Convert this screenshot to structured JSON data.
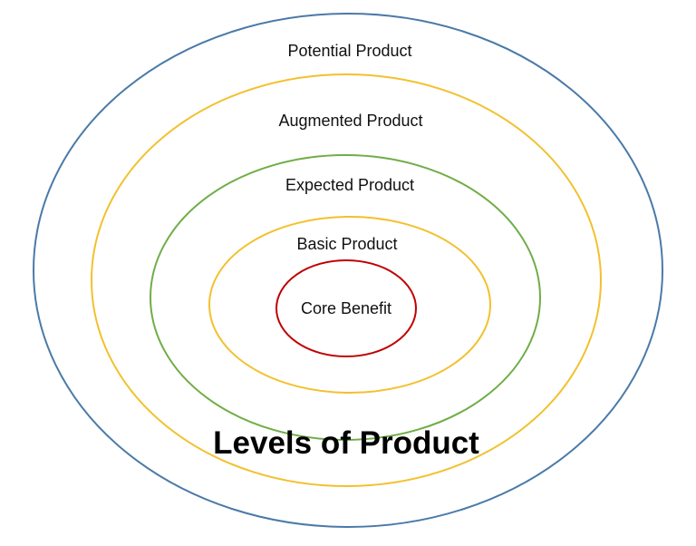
{
  "title": "Levels of Product",
  "levels": [
    {
      "label": "Potential Product",
      "color": "#4a7aa8"
    },
    {
      "label": "Augmented Product",
      "color": "#f2c12e"
    },
    {
      "label": "Expected Product",
      "color": "#70ad47"
    },
    {
      "label": "Basic Product",
      "color": "#f2c12e"
    },
    {
      "label": "Core Benefit",
      "color": "#c00000"
    }
  ]
}
